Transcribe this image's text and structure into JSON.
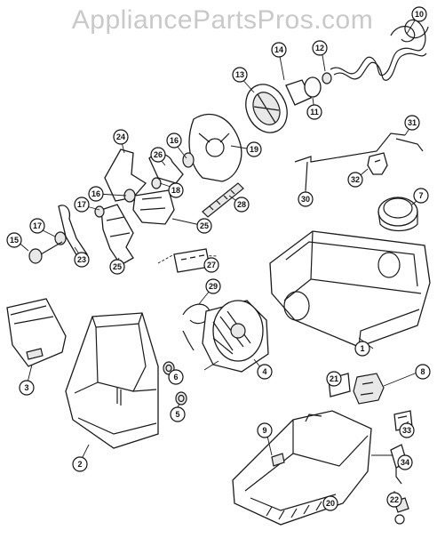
{
  "watermark": "AppliancePartsPros.com",
  "callouts": [
    "1",
    "2",
    "3",
    "4",
    "5",
    "6",
    "7",
    "8",
    "9",
    "10",
    "11",
    "12",
    "13",
    "14",
    "15",
    "16",
    "16",
    "17",
    "17",
    "18",
    "19",
    "20",
    "21",
    "22",
    "23",
    "24",
    "25",
    "25",
    "26",
    "27",
    "28",
    "29",
    "30",
    "31",
    "32",
    "33",
    "34"
  ]
}
